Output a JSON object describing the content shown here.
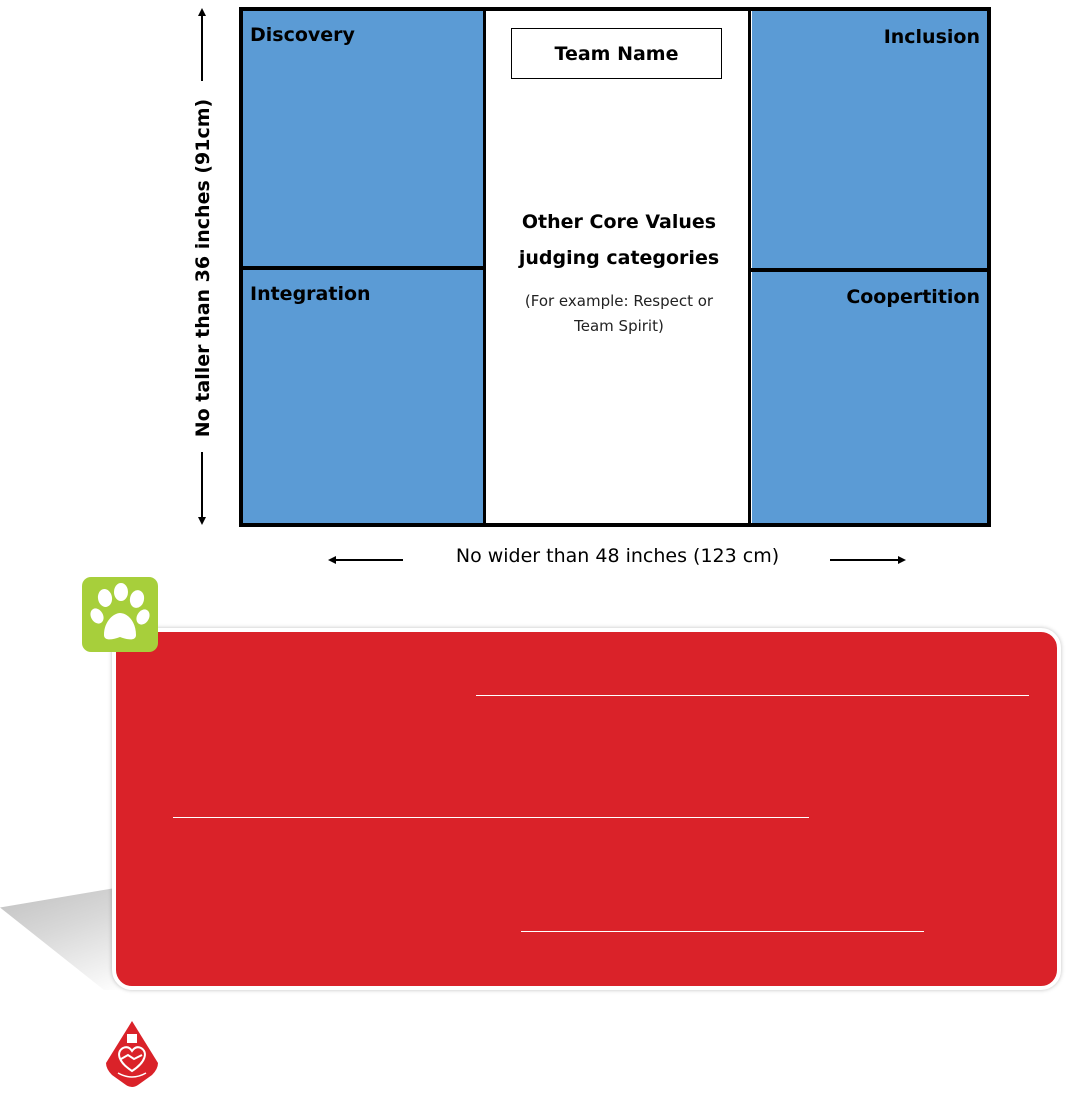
{
  "poster": {
    "panels": {
      "discovery": "Discovery",
      "integration": "Integration",
      "inclusion": "Inclusion",
      "coopertition": "Coopertition"
    },
    "team_name": "Team Name",
    "center_title_line1": "Other Core Values",
    "center_title_line2": "judging categories",
    "center_note_line1": "(For example: Respect or",
    "center_note_line2": "Team Spirit)"
  },
  "dimensions": {
    "height": "No taller than 36 inches (91cm)",
    "width": "No wider than 48 inches (123 cm)"
  },
  "colors": {
    "panel_blue": "#5b9bd5",
    "tip_red": "#da2229",
    "badge_green": "#a7cf3b"
  },
  "icons": {
    "badge": "paw-print-icon",
    "logo": "handshake-heart-logo"
  }
}
